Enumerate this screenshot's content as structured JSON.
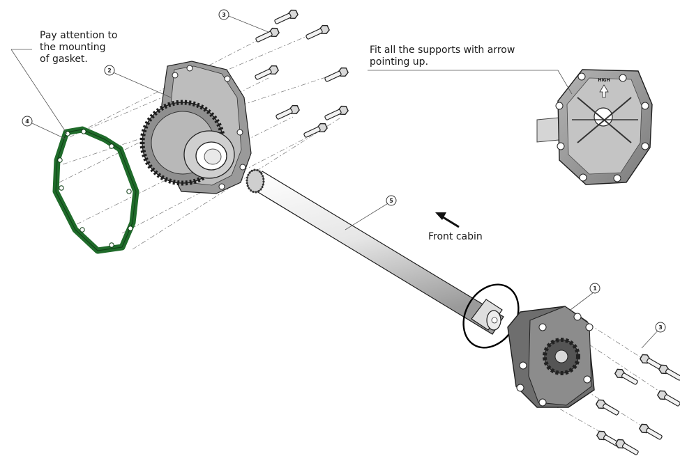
{
  "notes": {
    "gasket": [
      "Pay attention to",
      "the mounting",
      "of gasket."
    ],
    "supports": [
      "Fit all the supports with arrow",
      "pointing up."
    ],
    "front_cabin": "Front cabin"
  },
  "callouts": [
    "1",
    "2",
    "3",
    "3",
    "4",
    "5"
  ],
  "support_plate_label": "HIGH",
  "colors": {
    "gasket": "#1f6b2a",
    "metal_dark": "#6e6e6e",
    "metal_light": "#dcdcdc",
    "outline": "#1e1e1e"
  },
  "icons": [
    "arrow-up-left-icon",
    "bolt-icon",
    "gear-icon",
    "spline-shaft-icon",
    "gasket-icon"
  ]
}
